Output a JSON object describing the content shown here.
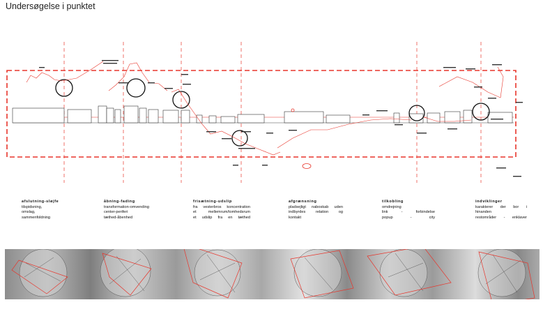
{
  "title": "Undersøgelse i punktet",
  "colors": {
    "accent": "#e8352b",
    "line": "#333333"
  },
  "captions": [
    {
      "heading": "afslutning-sløjfe",
      "lines": [
        "tilspidsning,",
        "omslag,",
        "sammenfoldning"
      ]
    },
    {
      "heading": "åbning-fading",
      "lines": [
        "transformation-omvending",
        "center-periferi",
        "tæthed-åbenhed"
      ]
    },
    {
      "heading": "frisætning-udslip",
      "lines": [
        "fra vesterbros koncentration",
        "et mellemrum/tomhedsrum",
        "et udslip fra en tæthed"
      ]
    },
    {
      "heading": "afgrænsning",
      "lines": [
        "pladsejligt naboskab uden",
        "indbyrdes relation og",
        "kontakt"
      ]
    },
    {
      "heading": "tilkobling",
      "lines": [
        "omdrejning",
        "link - forbindelse",
        "popup - city"
      ]
    },
    {
      "heading": "indviklinger",
      "lines": [
        "karakterer der bor i",
        "hinanden",
        "restområder - enklaver"
      ]
    }
  ]
}
